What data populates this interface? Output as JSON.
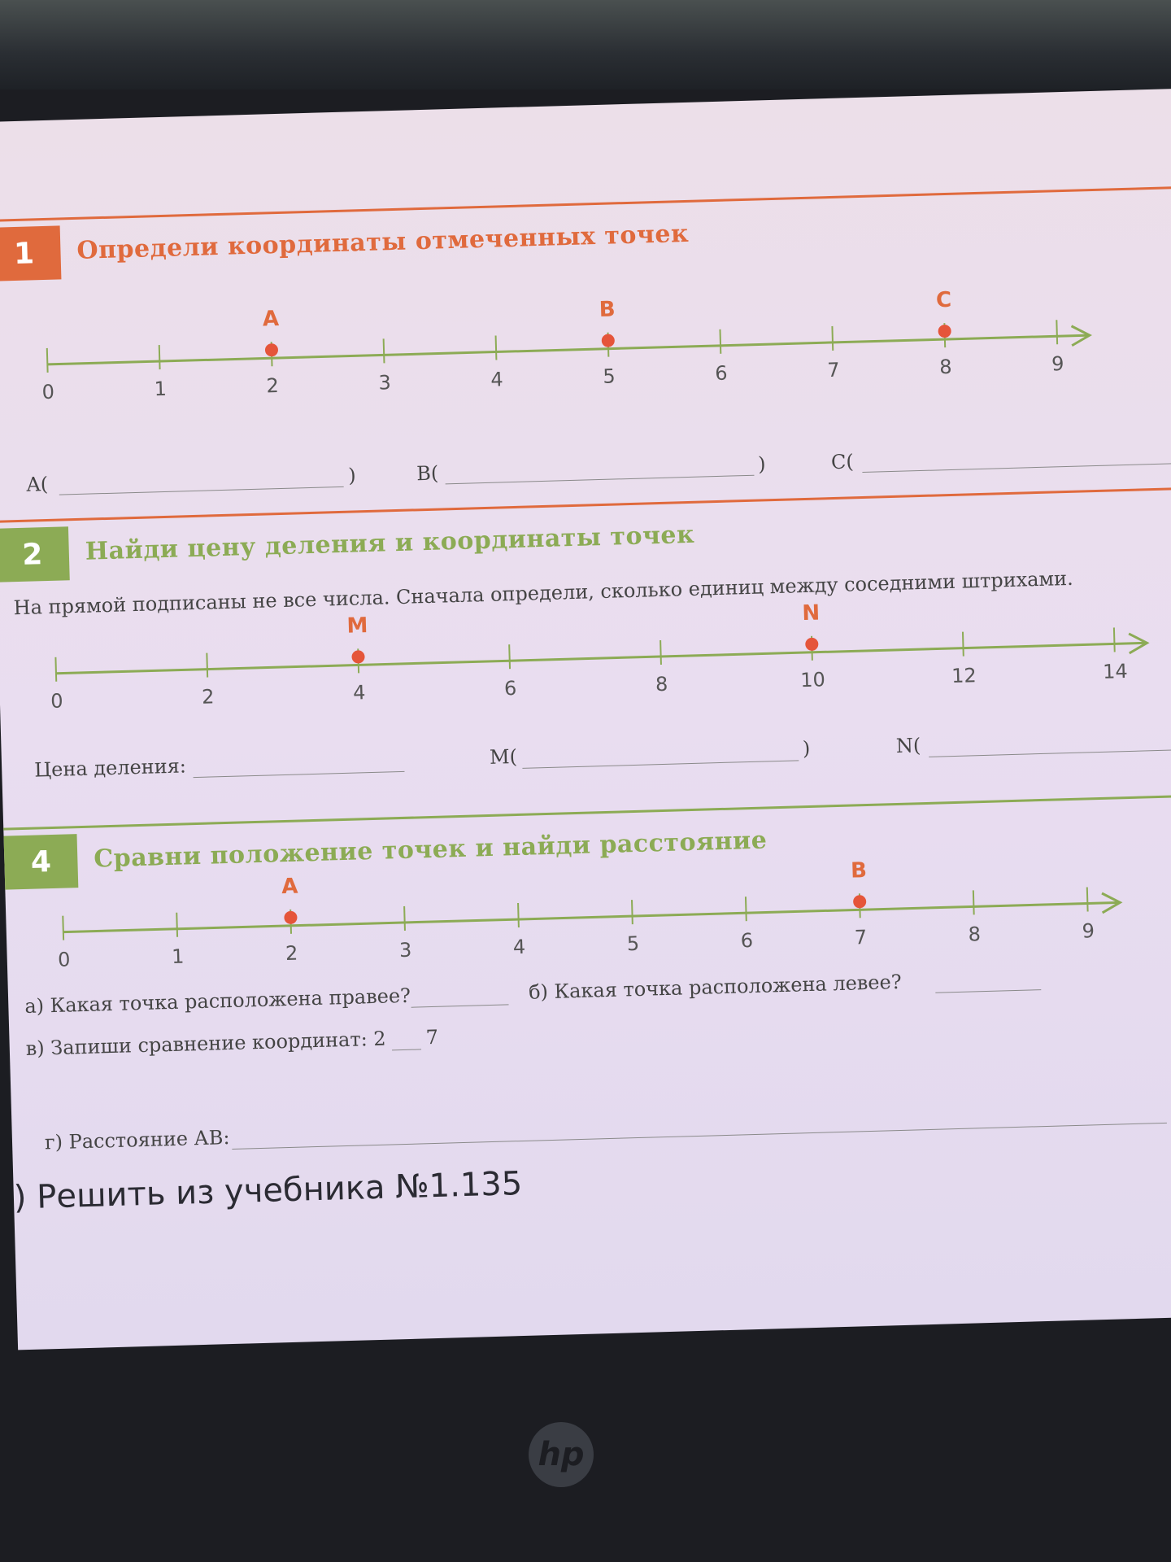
{
  "tasks": [
    {
      "number": "1",
      "title": "Определи координаты отмеченных точек",
      "ticks": [
        "0",
        "1",
        "2",
        "3",
        "4",
        "5",
        "6",
        "7",
        "8",
        "9"
      ],
      "points": [
        {
          "label": "A",
          "value": 2
        },
        {
          "label": "B",
          "value": 5
        },
        {
          "label": "C",
          "value": 8
        }
      ],
      "answers": [
        {
          "prefix": "A(",
          "suffix": ")"
        },
        {
          "prefix": "B(",
          "suffix": ")"
        },
        {
          "prefix": "C(",
          "suffix": ""
        }
      ]
    },
    {
      "number": "2",
      "title": "Найди цену деления и координаты точек",
      "instruction": "На прямой подписаны не все числа. Сначала определи, сколько единиц между соседними штрихами.",
      "ticks": [
        "0",
        "2",
        "4",
        "6",
        "8",
        "10",
        "12",
        "14"
      ],
      "points": [
        {
          "label": "M",
          "value": 4
        },
        {
          "label": "N",
          "value": 10
        }
      ],
      "division_label": "Цена деления:",
      "answers": [
        {
          "prefix": "M(",
          "suffix": ")"
        },
        {
          "prefix": "N(",
          "suffix": ""
        }
      ]
    },
    {
      "number": "4",
      "title": "Сравни положение точек и найди расстояние",
      "ticks": [
        "0",
        "1",
        "2",
        "3",
        "4",
        "5",
        "6",
        "7",
        "8",
        "9"
      ],
      "points": [
        {
          "label": "A",
          "value": 2
        },
        {
          "label": "B",
          "value": 7
        }
      ],
      "q_a": "а) Какая точка расположена правее?",
      "q_b": "б) Какая точка расположена левее?",
      "q_c_prefix": "в) Запиши сравнение координат: 2",
      "q_c_suffix": "7",
      "q_d": "г) Расстояние АВ:"
    }
  ],
  "task5": ") Решить из учебника №1.135",
  "colors": {
    "accent_orange": "#e06a3d",
    "accent_green": "#8cab55",
    "point": "#e5553a"
  },
  "logo": "hp"
}
